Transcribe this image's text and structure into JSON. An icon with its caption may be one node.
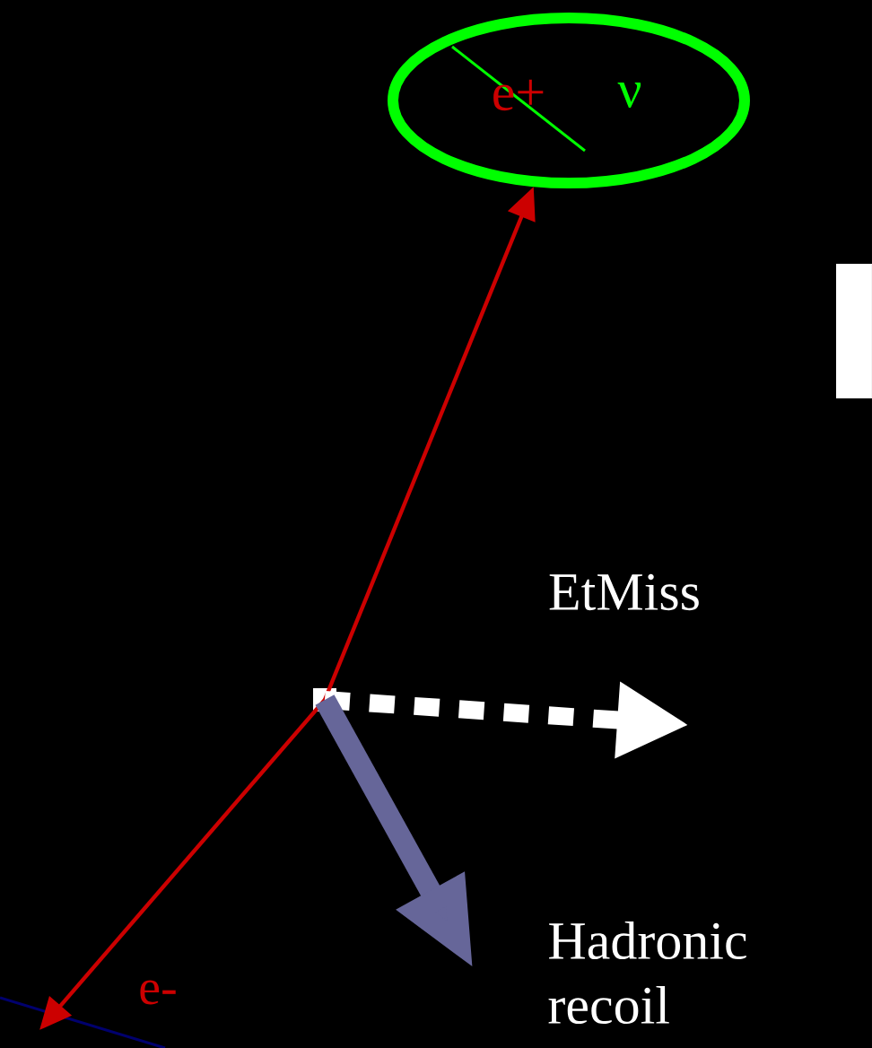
{
  "diagram": {
    "nodes": [
      {
        "text": [
          "e+",
          "ν"
        ]
      },
      {
        "text": [],
        "shape": "box"
      }
    ],
    "edges": [
      {
        "from": 1,
        "to": 0,
        "arrow": "to"
      },
      {
        "from": 1,
        "to": null,
        "arrow": "to"
      },
      {
        "from": 1,
        "to": null,
        "arrow": "to",
        "style": "dashed",
        "color": "#ffffff"
      },
      {
        "from": 1,
        "to": null,
        "arrow": "to",
        "style": "thick",
        "color": "#666699"
      }
    ],
    "labels": [
      "EtMiss",
      "e-",
      "Hadronic recoil"
    ]
  }
}
